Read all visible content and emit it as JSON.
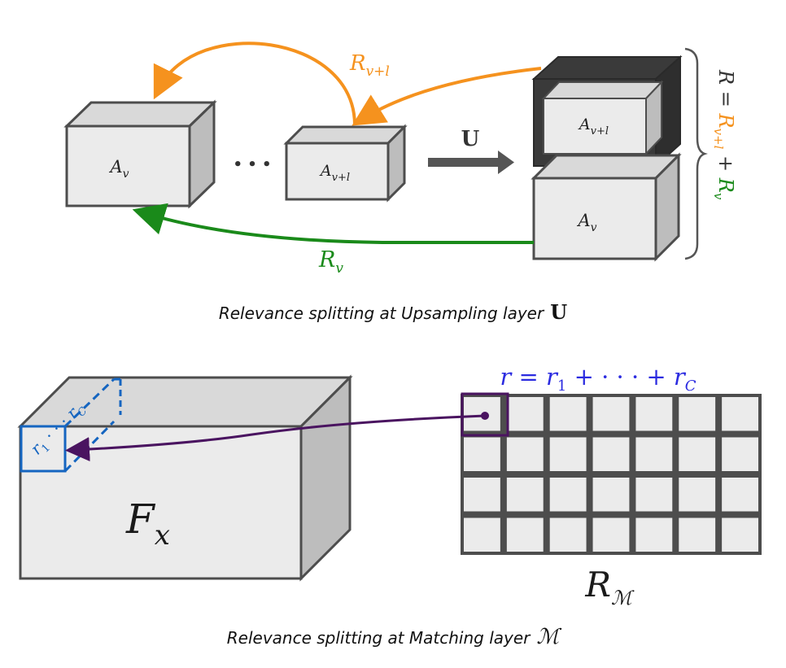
{
  "top": {
    "box_left": {
      "base": "A",
      "sub": "v"
    },
    "ellipsis": "• • •",
    "box_mid": {
      "base": "A",
      "sub": "v+l"
    },
    "op": "U",
    "stack_top": {
      "base": "A",
      "sub": "v+l"
    },
    "stack_bottom": {
      "base": "A",
      "sub": "v"
    },
    "label_orange": {
      "base": "R",
      "sub": "v+l"
    },
    "label_green": {
      "base": "R",
      "sub": "v"
    },
    "vertical_eq": {
      "r": "R",
      "eq": " = ",
      "t1_base": "R",
      "t1_sub": "v+l",
      "plus": " + ",
      "t2_base": "R",
      "t2_sub": "v"
    },
    "caption_text": "Relevance splitting at Upsampling layer",
    "caption_symbol": "U"
  },
  "bottom": {
    "block": {
      "base": "F",
      "sub": "x"
    },
    "channel_label": {
      "r1": "r",
      "r1_sub": "1",
      "dots": " · · · ",
      "rC": "r",
      "rC_sub": "C"
    },
    "grid_eq": {
      "r": "r",
      "eq": " = ",
      "t1": "r",
      "t1_sub": "1",
      "plus": " + · · · + ",
      "t2": "r",
      "t2_sub": "C"
    },
    "grid_label": {
      "base": "R",
      "sub": "ℳ"
    },
    "caption_text": "Relevance splitting at Matching layer",
    "caption_symbol": "ℳ"
  },
  "colors": {
    "orange": "#F5921E",
    "green": "#1A8A1A",
    "blue": "#1565C0",
    "purple": "#4A1460",
    "box_face": "#EBEBEB",
    "box_side": "#BDBDBD",
    "stroke": "#4D4D4D",
    "dark": "#333333",
    "grid_label_blue": "#2B2BE0"
  }
}
